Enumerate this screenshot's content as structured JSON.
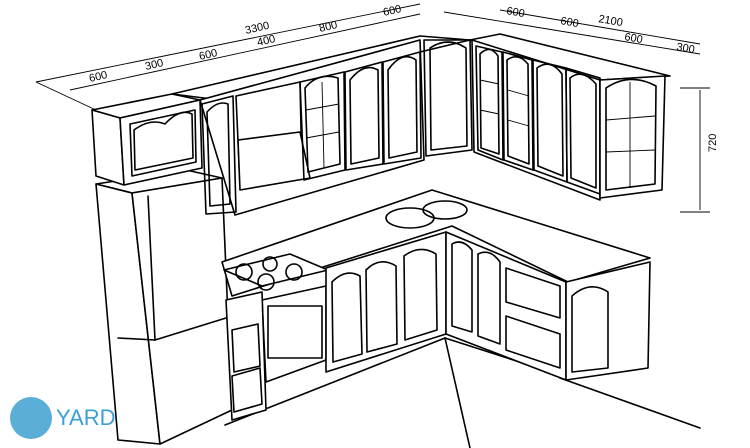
{
  "dimensions": {
    "top_total": "3300",
    "top_600_left": "600",
    "top_300": "300",
    "top_600_b": "600",
    "top_400": "400",
    "top_800": "800",
    "top_600_c": "600",
    "right_total": "2100",
    "right_600_a": "600",
    "right_600_b": "600",
    "right_600_c": "600",
    "right_300": "300",
    "height_720": "720"
  },
  "logo": {
    "text": "YARD"
  },
  "colors": {
    "logo_blue": "#3aa0d6",
    "line": "#000000"
  }
}
